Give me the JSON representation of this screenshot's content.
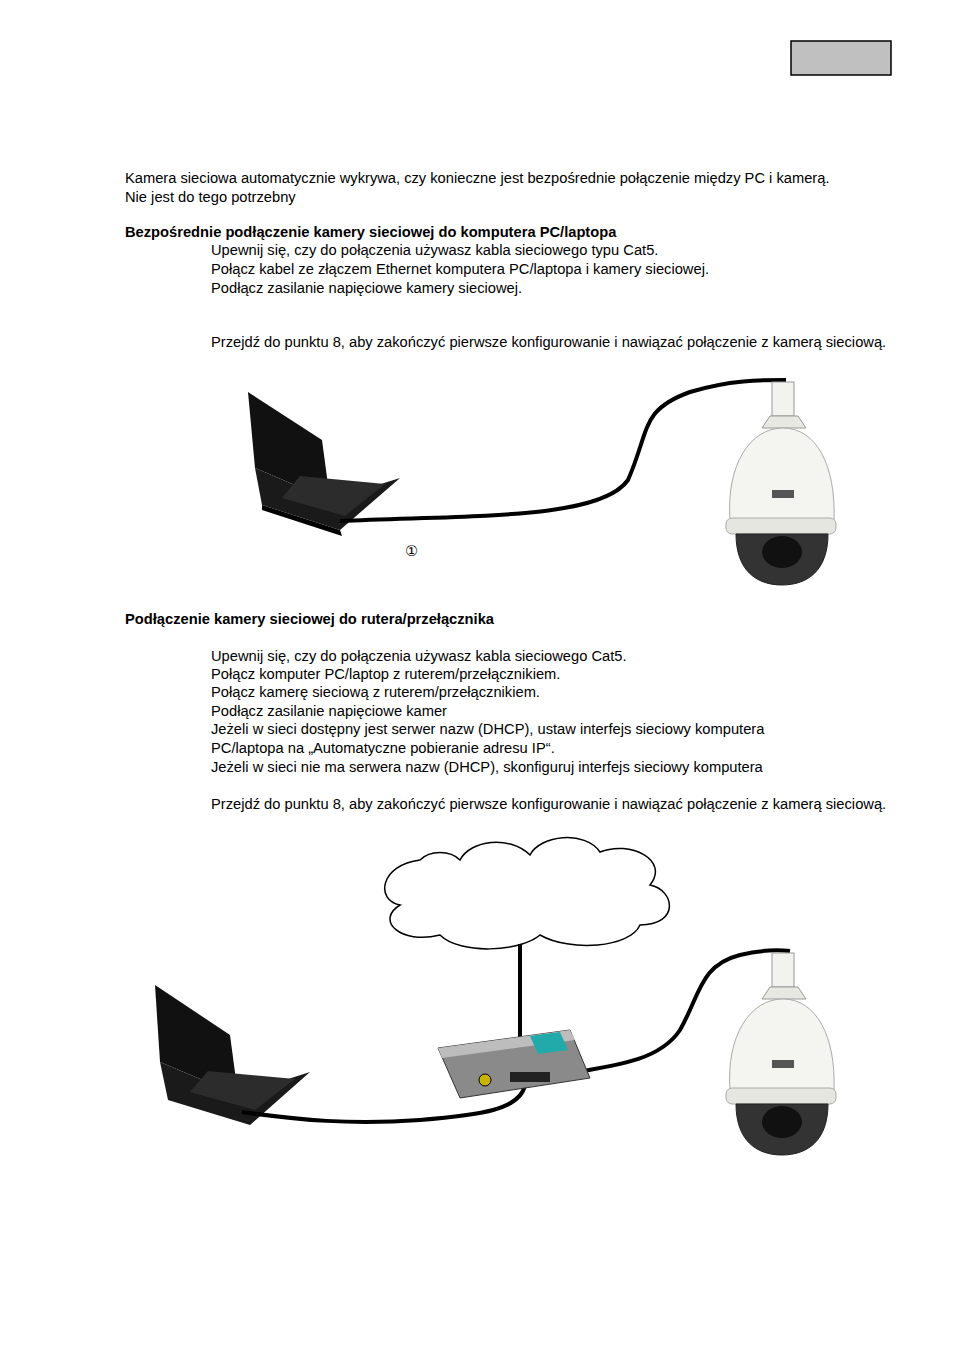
{
  "diagram": {
    "labels": [
      "Kamera sieciowa automatycznie wykrywa, czy konieczne jest bezpośrednie połączenie między PC i kamerą. Nie jest do tego potrzebny",
      "Bezpośrednie podłączenie kamery sieciowej do komputera PC/laptopa",
      "Upewnij się, czy do połączenia używasz kabla sieciowego typu Cat5.",
      "Połącz kabel ze złączem Ethernet komputera PC/laptopa i kamery sieciowej.",
      "Podłącz zasilanie napięciowe kamery sieciowej.",
      "Przejdź do punktu 8, aby zakończyć pierwsze konfigurowanie i nawiązać połączenie z kamerą sieciową.",
      "①",
      "Podłączenie kamery sieciowej do rutera/przełącznika",
      "Upewnij się, czy do połączenia używasz kabla sieciowego Cat5.",
      "Połącz komputer PC/laptop z ruterem/przełącznikiem.",
      "Połącz kamerę sieciową z ruterem/przełącznikiem.",
      "Podłącz zasilanie napięciowe kamer",
      "Jeżeli w sieci dostępny jest serwer nazw (DHCP), ustaw interfejs sieciowy komputera PC/laptopa na „Automatyczne pobieranie adresu IP“.",
      "Jeżeli w sieci nie ma serwera nazw (DHCP), skonfiguruj interfejs sieciowy komputera",
      "Przejdź do punktu 8, aby zakończyć pierwsze konfigurowanie i nawiązać połączenie z kamerą sieciową."
    ]
  }
}
